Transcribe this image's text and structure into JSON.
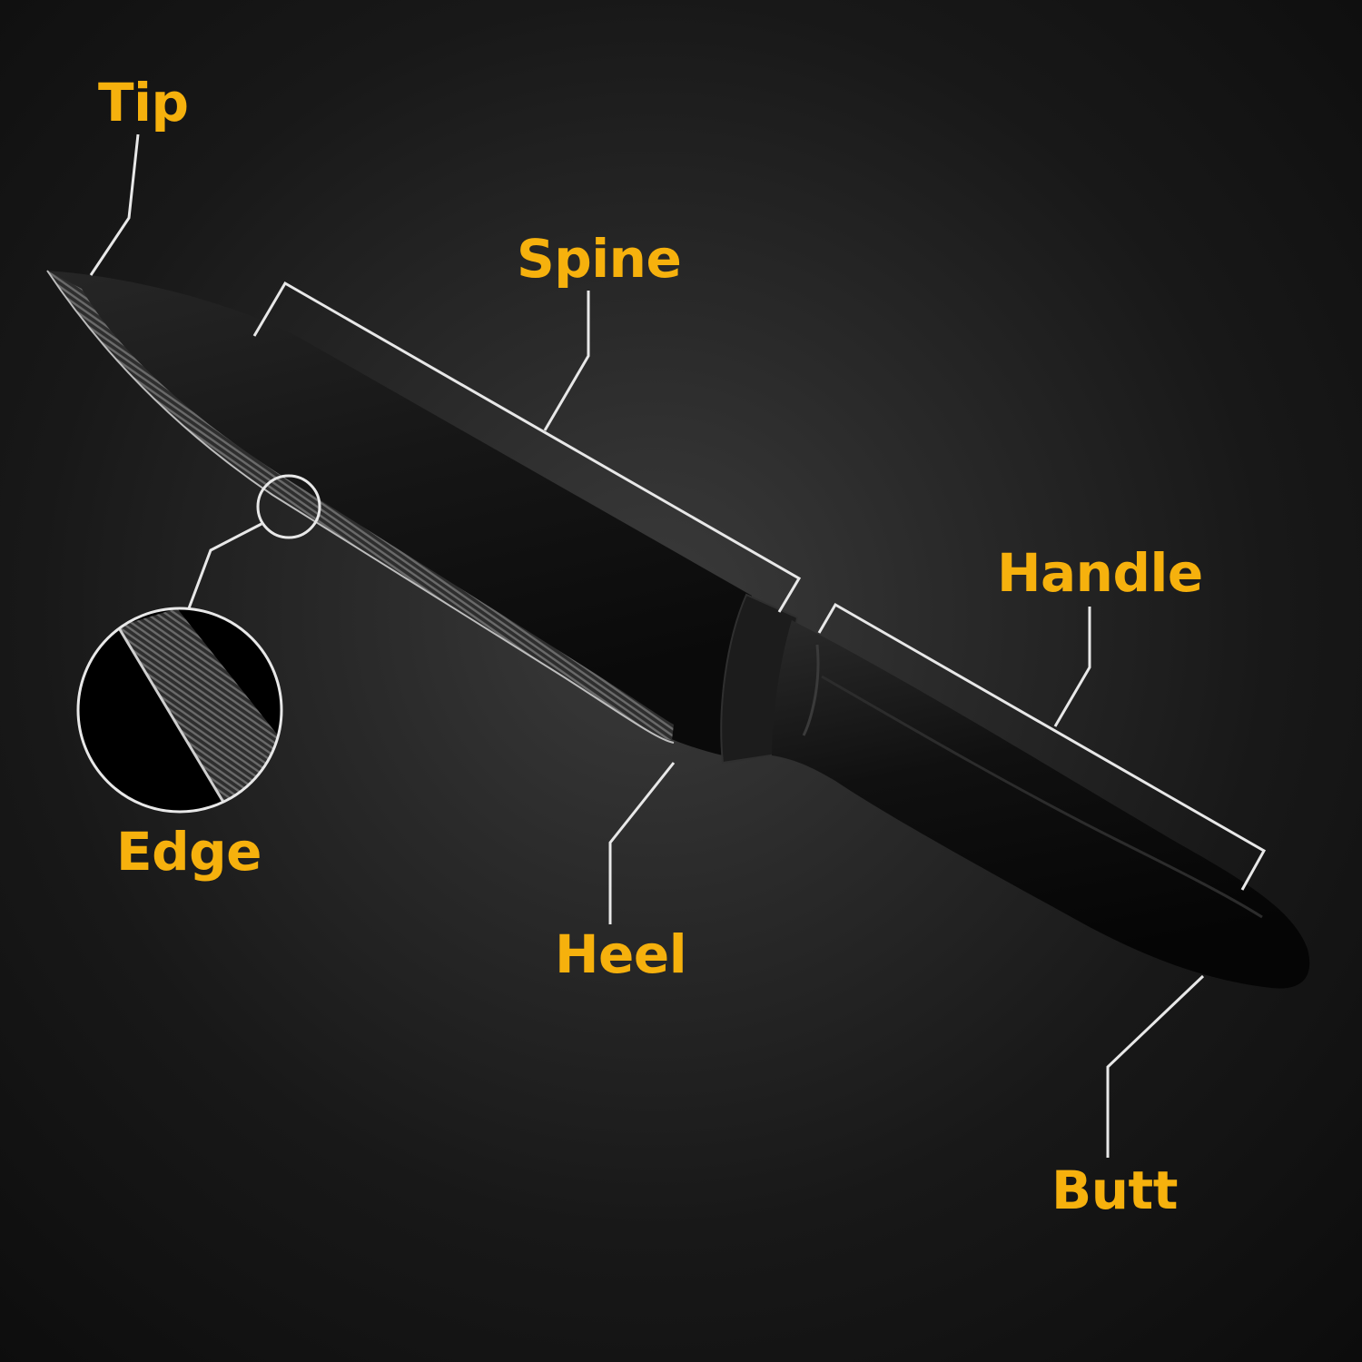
{
  "labels": {
    "tip": "Tip",
    "spine": "Spine",
    "handle": "Handle",
    "edge": "Edge",
    "heel": "Heel",
    "butt": "Butt"
  },
  "colors": {
    "label": "#f6b10d",
    "leader_line": "#e8e8e8",
    "background": "#2a2a2a",
    "blade": "#141414",
    "handle": "#0d0d0d"
  }
}
